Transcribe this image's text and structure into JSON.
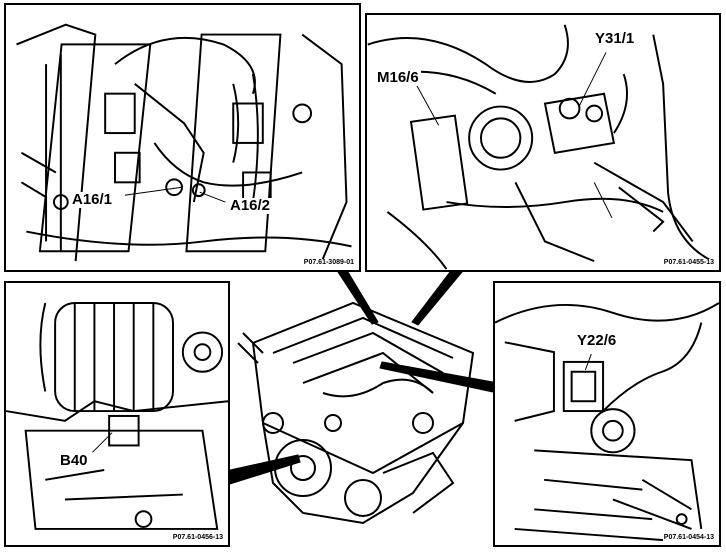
{
  "panels": {
    "top_left": {
      "callouts": [
        "A16/1",
        "A16/2"
      ],
      "ref": "P07.61-3089-01"
    },
    "top_right": {
      "callouts": [
        "Y31/1",
        "M16/6"
      ],
      "ref": "P07.61-0455-13"
    },
    "bottom_left": {
      "callouts": [
        "B40"
      ],
      "ref": "P07.61-0456-13"
    },
    "bottom_right": {
      "callouts": [
        "Y22/6"
      ],
      "ref": "P07.61-0454-13"
    }
  },
  "colors": {
    "line": "#000000",
    "background": "#ffffff"
  }
}
